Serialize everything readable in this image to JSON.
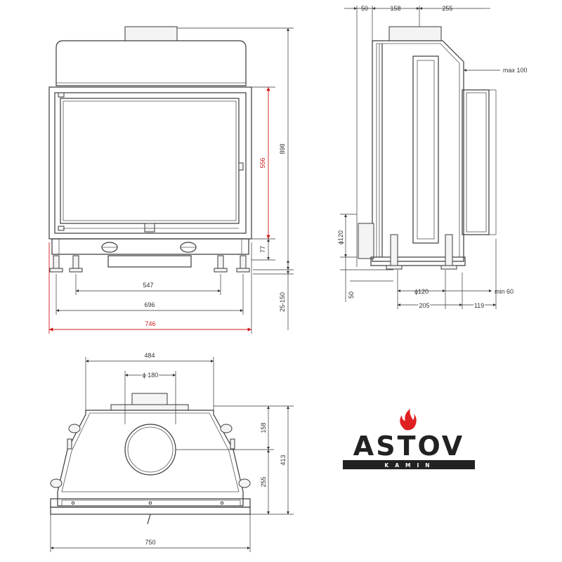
{
  "front_view": {
    "width_outer": "746",
    "width_feet": "696",
    "width_inner_feet": "547",
    "glass_height": "556",
    "total_height": "898",
    "base_height": "77",
    "leg_adjust": "25-150"
  },
  "side_view": {
    "top_offset": "50",
    "top_flue": "158",
    "top_depth": "255",
    "max_offset": "max 100",
    "air_diameter": "ϕ120",
    "air_offset": "50",
    "bottom_diameter": "ϕ120",
    "min_offset": "min 60",
    "depth_front": "205",
    "depth_rear": "119"
  },
  "top_view": {
    "top_width": "484",
    "flue_diameter": "ϕ 180",
    "total_width": "750",
    "depth_front": "158",
    "depth_rear": "255",
    "depth_total": "413"
  },
  "logo": {
    "name": "ASTOV",
    "subtitle": "KAMIN",
    "flame_color": "#e02020",
    "text_color": "#222222"
  },
  "colors": {
    "highlight_dimension": "#d01818",
    "line": "#3a3a3a"
  }
}
